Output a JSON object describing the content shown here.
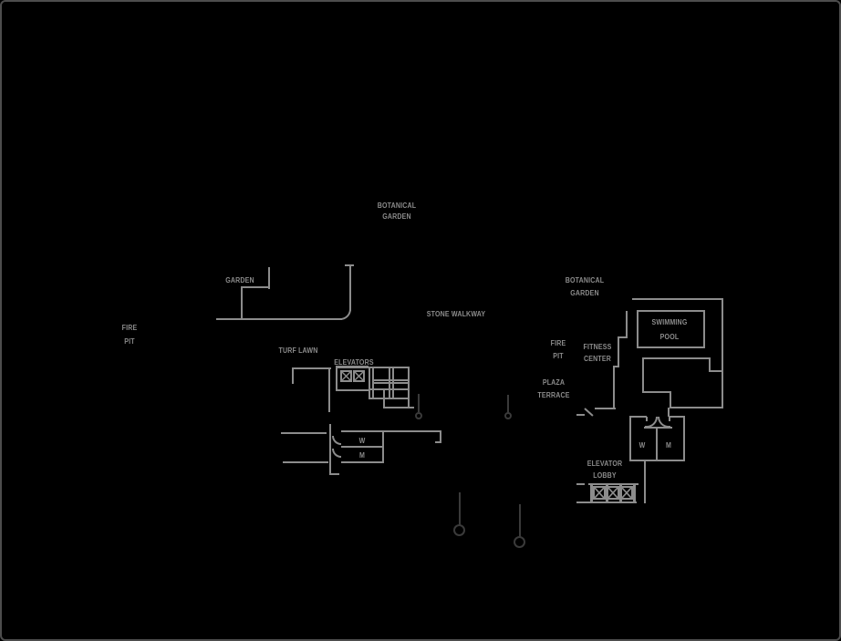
{
  "plan": {
    "labels": {
      "botanical_garden_nw": "BOTANICAL\nGARDEN",
      "garden": "GARDEN",
      "fire_pit_west": "FIRE\nPIT",
      "stone_walkway": "STONE WALKWAY",
      "turf_lawn": "TURF LAWN",
      "elevators_west": "ELEVATORS",
      "botanical_garden_east": "BOTANICAL\nGARDEN",
      "swimming_pool": "SWIMMING\nPOOL",
      "fire_pit_east": "FIRE\nPIT",
      "fitness_center": "FITNESS\nCENTER",
      "plaza_terrace": "PLAZA\nTERRACE",
      "restroom_w_west": "W",
      "restroom_m_west": "M",
      "restroom_w_east": "W",
      "restroom_m_east": "M",
      "elevator_lobby": "ELEVATOR\nLOBBY"
    },
    "colors": {
      "background": "#000000",
      "line": "#8c8c8c",
      "dim_line": "#3a3a3a",
      "text": "#8c8c8c",
      "frame": "#4d4d4d"
    }
  }
}
